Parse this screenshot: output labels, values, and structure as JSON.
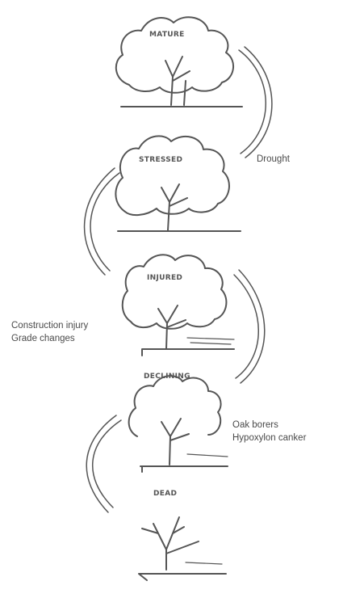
{
  "stages": [
    {
      "id": "mature",
      "label": "MATURE"
    },
    {
      "id": "stressed",
      "label": "STRESSED"
    },
    {
      "id": "injured",
      "label": "INJURED"
    },
    {
      "id": "declining",
      "label": "DECLINING"
    },
    {
      "id": "dead",
      "label": "DEAD"
    }
  ],
  "causes": {
    "drought": "Drought",
    "construction": [
      "Construction injury",
      "Grade changes"
    ],
    "pests": [
      "Oak borers",
      "Hypoxylon canker"
    ]
  },
  "colors": {
    "ink": "#4a4a4a",
    "background": "#ffffff"
  }
}
